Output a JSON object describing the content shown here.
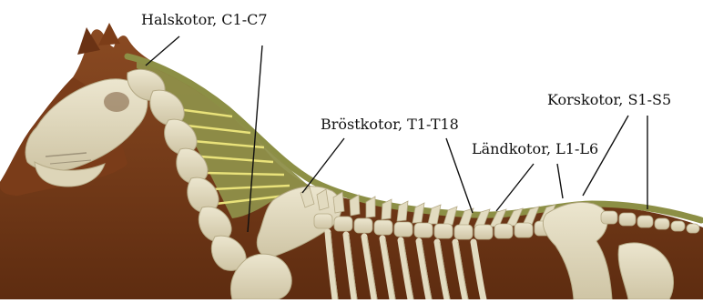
{
  "labels": {
    "cervical": "Halskotor, C1-C7",
    "thoracic": "Bröstkotor, T1-T18",
    "lumbar": "Ländkotor, L1-L6",
    "sacral": "Korskotor, S1-S5"
  },
  "colors": {
    "background": "#ffffff",
    "hide": "#7a3f1c",
    "hide_dark": "#5a2a10",
    "bone": "#e3dcc2",
    "bone_shade": "#c9bf9f",
    "ligament": "#8c8f45",
    "ligament_fill": "#9a9d52",
    "leader_line": "#111111"
  }
}
